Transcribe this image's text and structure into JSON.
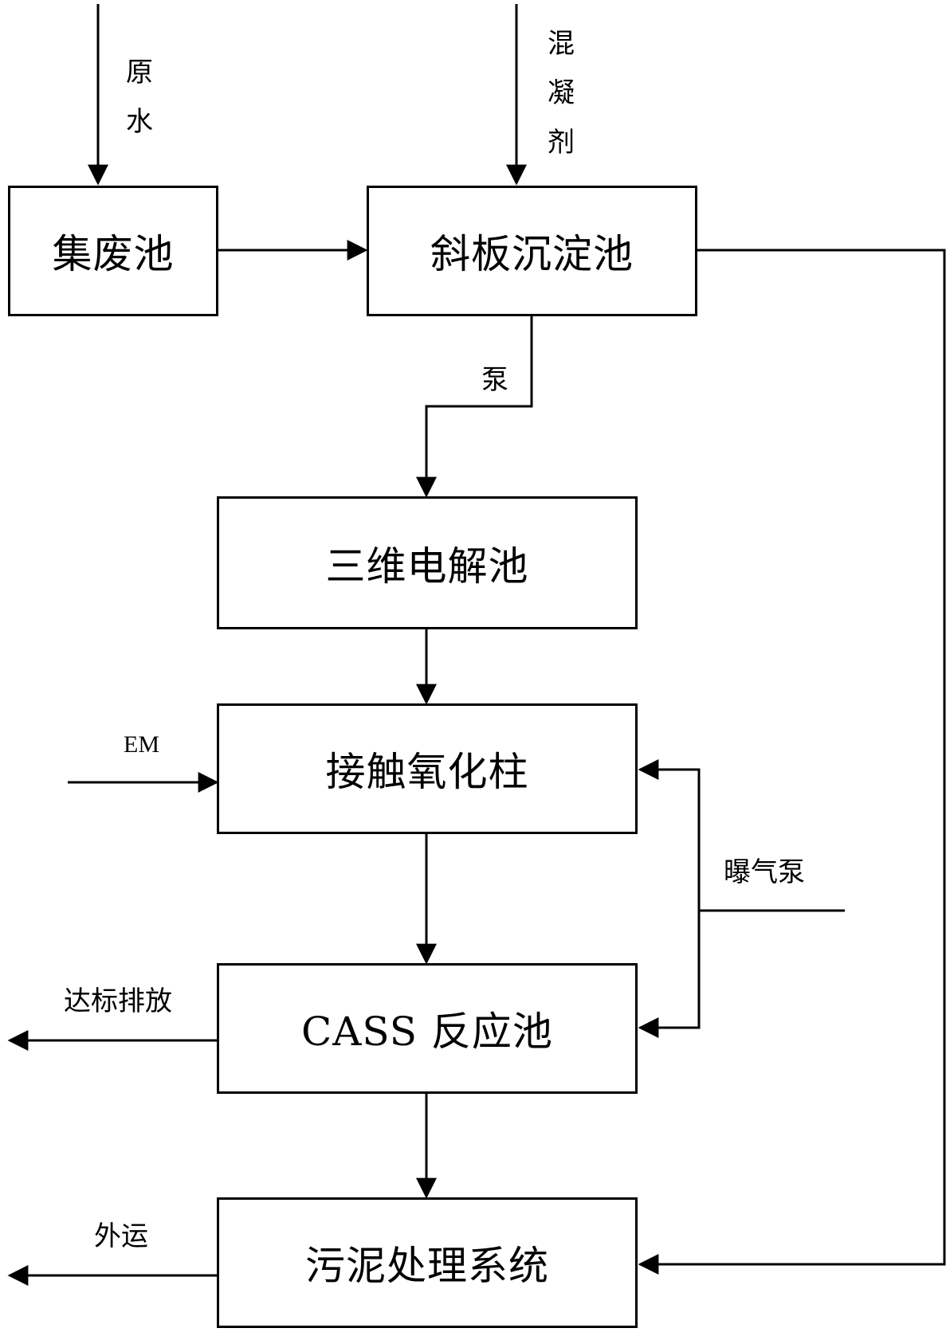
{
  "nodes": {
    "collection_tank": "集废池",
    "settling_tank": "斜板沉淀池",
    "electrolysis_tank": "三维电解池",
    "contact_oxidation": "接触氧化柱",
    "cass_tank": "CASS 反应池",
    "sludge_system": "污泥处理系统"
  },
  "labels": {
    "raw_water": "原水",
    "coagulant": "混凝剂",
    "pump": "泵",
    "em": "EM",
    "aeration_pump": "曝气泵",
    "discharge": "达标排放",
    "transport": "外运"
  }
}
